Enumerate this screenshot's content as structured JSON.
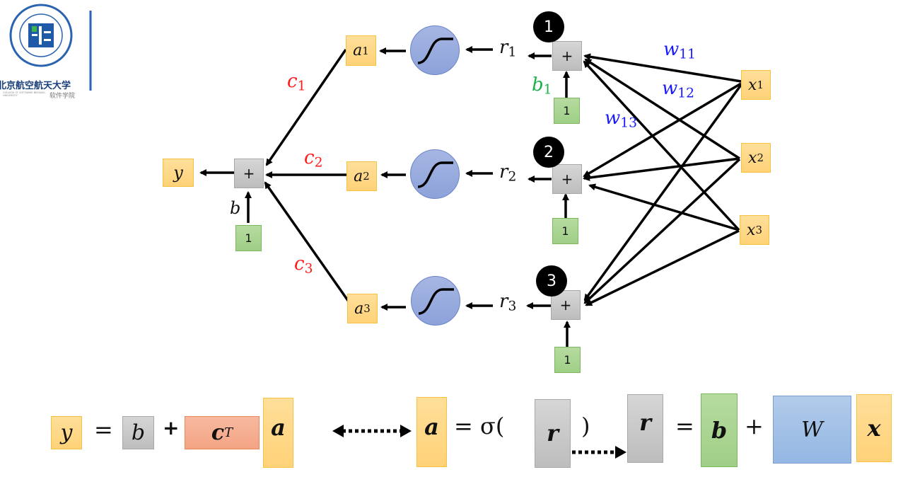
{
  "logo": {
    "university_cn": "北京航空航天大学",
    "college_cn": "软件学院",
    "college_en": "COLLEGE OF SOFTWARE BEIHANG UNIVERSITY"
  },
  "colors": {
    "weight_label": "#1a1aff",
    "c_label": "#ff1a1a",
    "bias_label": "#1ab04a",
    "input_box": "#ffd278",
    "sum_box": "#c8c8c8",
    "one_box": "#a8d490",
    "sigmoid": "#95a8dd",
    "cT_box": "#f4a483",
    "W_box": "#a3c1e6"
  },
  "diagram": {
    "output": {
      "label": "y"
    },
    "output_sum": {
      "symbol": "+",
      "bias_label": "b",
      "bias_input": "1"
    },
    "c_labels": [
      {
        "base": "c",
        "sub": "1"
      },
      {
        "base": "c",
        "sub": "2"
      },
      {
        "base": "c",
        "sub": "3"
      }
    ],
    "neurons": [
      {
        "badge": "1",
        "a": {
          "base": "a",
          "sub": "1"
        },
        "r": {
          "base": "r",
          "sub": "1"
        },
        "sum": "+",
        "one": "1",
        "bias": {
          "base": "b",
          "sub": "1"
        }
      },
      {
        "badge": "2",
        "a": {
          "base": "a",
          "sub": "2"
        },
        "r": {
          "base": "r",
          "sub": "2"
        },
        "sum": "+",
        "one": "1"
      },
      {
        "badge": "3",
        "a": {
          "base": "a",
          "sub": "3"
        },
        "r": {
          "base": "r",
          "sub": "3"
        },
        "sum": "+",
        "one": "1"
      }
    ],
    "inputs": [
      {
        "base": "x",
        "sub": "1"
      },
      {
        "base": "x",
        "sub": "2"
      },
      {
        "base": "x",
        "sub": "3"
      }
    ],
    "weights": [
      {
        "base": "w",
        "sub": "11"
      },
      {
        "base": "w",
        "sub": "12"
      },
      {
        "base": "w",
        "sub": "13"
      }
    ]
  },
  "equation": {
    "y": "y",
    "eq1": "=",
    "b": "b",
    "plus1": "+",
    "cT_base": "c",
    "cT_sup": "T",
    "a1": "a",
    "a2": "a",
    "sigma_open": "= σ(",
    "r1": "r",
    "close": ")",
    "r2": "r",
    "eq2": "=",
    "bvec": "b",
    "plus2": "+",
    "W": "W",
    "x": "x"
  }
}
